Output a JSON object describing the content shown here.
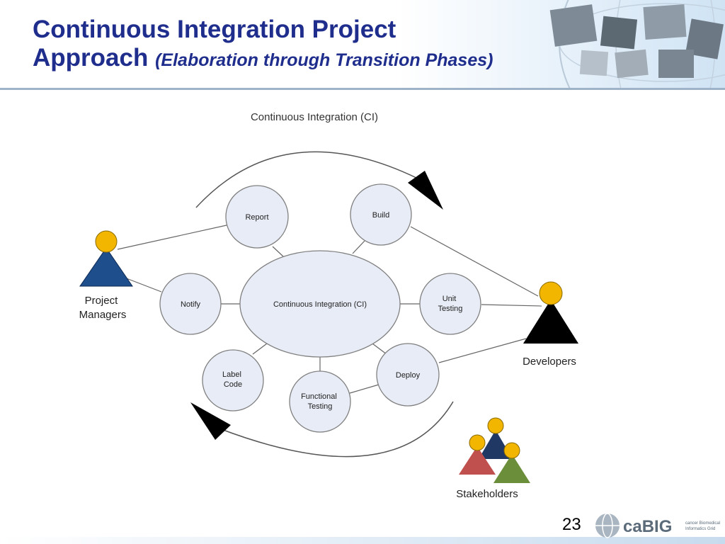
{
  "slide": {
    "title_main": "Continuous Integration Project Approach",
    "title_line1": "Continuous Integration Project",
    "title_line2": "Approach",
    "title_sub": "(Elaboration through Transition Phases)",
    "page_number": "23"
  },
  "diagram": {
    "heading": "Continuous Integration (CI)",
    "center": "Continuous Integration (CI)",
    "nodes": {
      "report": [
        "Report"
      ],
      "build": [
        "Build"
      ],
      "notify": [
        "Notify"
      ],
      "unit_testing": [
        "Unit",
        "Testing"
      ],
      "label_code": [
        "Label",
        "Code"
      ],
      "functional_testing": [
        "Functional",
        "Testing"
      ],
      "deploy": [
        "Deploy"
      ]
    },
    "actors": {
      "project_managers": [
        "Project",
        "Managers"
      ],
      "developers": "Developers",
      "stakeholders": "Stakeholders"
    }
  },
  "logo": {
    "brand": "caBIG",
    "tag1": "cancer Biomedical",
    "tag2": "Informatics Grid"
  },
  "colors": {
    "title": "#1f2e8c",
    "node_fill": "#e8ecf6",
    "node_stroke": "#808080",
    "project_managers": "#1f4e8c",
    "developers": "#000000",
    "stakeholder_red": "#c0504d",
    "stakeholder_navy": "#1f3864",
    "stakeholder_green": "#6b8e3a",
    "actor_head": "#f2b600"
  }
}
